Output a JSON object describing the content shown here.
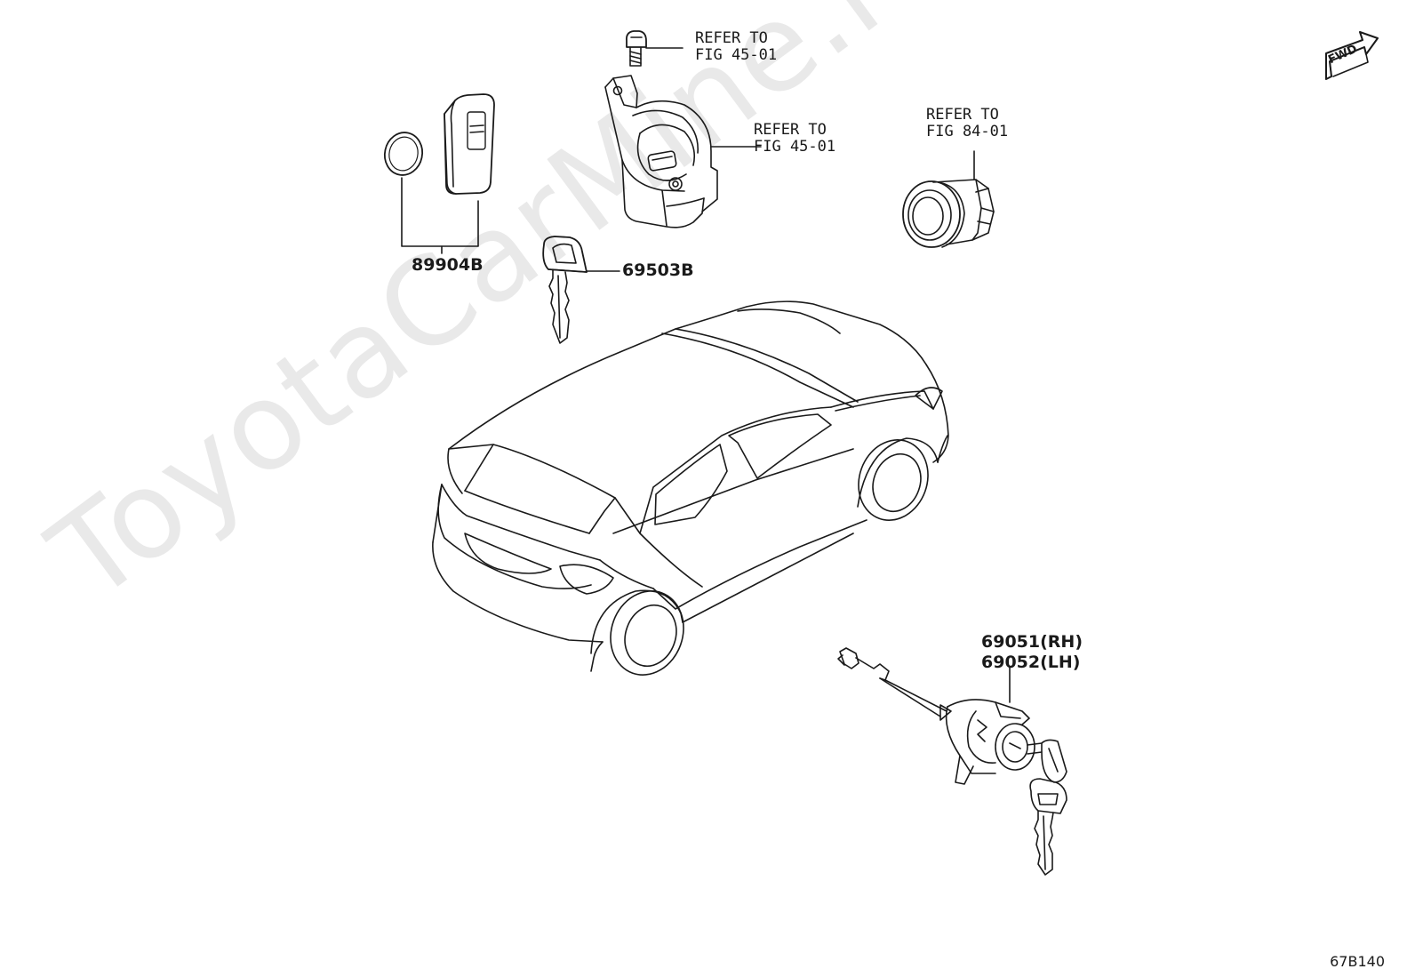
{
  "watermark": "ToyotaCarMine.ru",
  "figure_id": "67B140",
  "fwd_label": "FWD",
  "callouts": {
    "bolt_ref": {
      "line1": "REFER TO",
      "line2": "FIG 45-01"
    },
    "switch_ref": {
      "line1": "REFER TO",
      "line2": "FIG 45-01"
    },
    "push_button_ref": {
      "line1": "REFER TO",
      "line2": "FIG 84-01"
    }
  },
  "parts": {
    "transmitter": "89904B",
    "ignition_key": "69503B",
    "door_lock_rh": "69051(RH)",
    "door_lock_lh": "69052(LH)"
  },
  "colors": {
    "line": "#1a1a1a",
    "watermark": "#d9d9d9"
  }
}
